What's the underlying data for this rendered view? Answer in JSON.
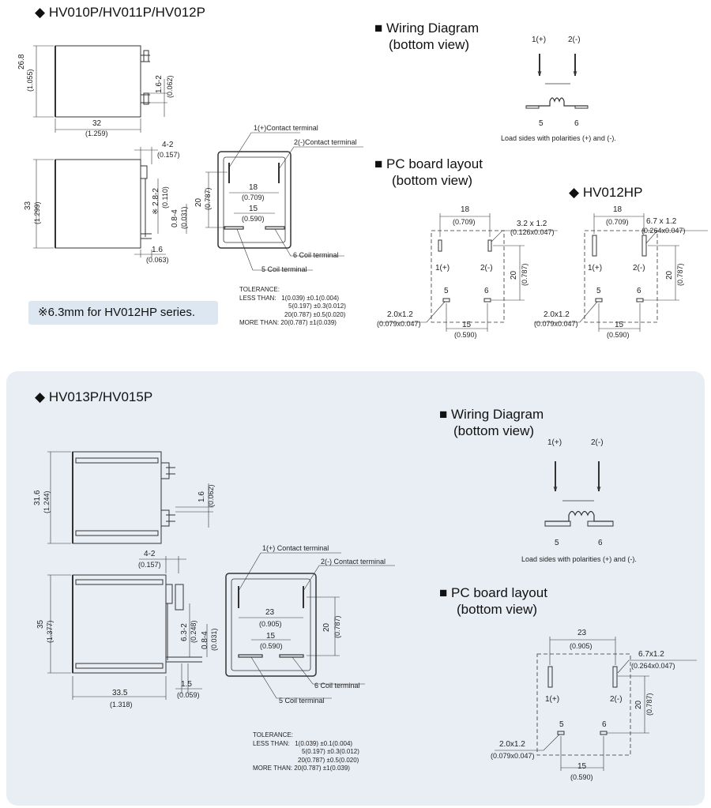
{
  "top": {
    "title_marker": "◆",
    "title": "HV010P/HV011P/HV012P",
    "callout": "※6.3mm for HV012HP series.",
    "side_view": {
      "height": "26.8",
      "height_in": "(1.055)",
      "pin": "1.6-2",
      "pin_in": "(0.062)",
      "width": "32",
      "width_in": "(1.259)"
    },
    "front_view": {
      "height": "33",
      "height_in": "(1.299)",
      "top": "4-2",
      "top_in": "(0.157)",
      "pin_len": "※ 2.8-2",
      "pin_len_in": "(0.110)",
      "pin_thk": "0.8-4",
      "pin_thk_in": "(0.031)",
      "bottom": "1.6",
      "bottom_in": "(0.063)"
    },
    "bottom_view": {
      "contact1": "1(+)Contact terminal",
      "contact2": "2(-)Contact terminal",
      "coil6": "6 Coil terminal",
      "coil5": "5 Coil terminal",
      "d18": "18",
      "d18_in": "(0.709)",
      "d15": "15",
      "d15_in": "(0.590)",
      "d20": "20",
      "d20_in": "(0.787)"
    },
    "tolerance": {
      "title": "TOLERANCE:",
      "less_label": "LESS THAN:",
      "l1": "1(0.039) ±0.1(0.004)",
      "l2": "5(0.197) ±0.3(0.012)",
      "l3": "20(0.787) ±0.5(0.020)",
      "more": "MORE THAN: 20(0.787) ±1(0.039)"
    },
    "wiring": {
      "marker": "■",
      "title": "Wiring Diagram",
      "subtitle": "(bottom view)",
      "p1": "1(+)",
      "p2": "2(-)",
      "p5": "5",
      "p6": "6",
      "note": "Load sides with polarities (+) and (-)."
    },
    "pcb": {
      "marker": "■",
      "title": "PC board layout",
      "subtitle": "(bottom view)",
      "d18": "18",
      "d18_in": "(0.709)",
      "hole": "3.2 x 1.2",
      "hole_in": "(0.126x0.047)",
      "d20": "20",
      "d20_in": "(0.787)",
      "coil_hole": "2.0x1.2",
      "coil_hole_in": "(0.079x0.047)",
      "d15": "15",
      "d15_in": "(0.590)",
      "p1": "1(+)",
      "p2": "2(-)",
      "p5": "5",
      "p6": "6"
    },
    "hp": {
      "marker": "◆",
      "title": "HV012HP",
      "d18": "18",
      "d18_in": "(0.709)",
      "hole": "6.7 x 1.2",
      "hole_in": "(0.264x0.047)",
      "d20": "20",
      "d20_in": "(0.787)",
      "coil_hole": "2.0x1.2",
      "coil_hole_in": "(0.079x0.047)",
      "d15": "15",
      "d15_in": "(0.590)",
      "p1": "1(+)",
      "p2": "2(-)",
      "p5": "5",
      "p6": "6"
    }
  },
  "bottom": {
    "title_marker": "◆",
    "title": "HV013P/HV015P",
    "side_view": {
      "height": "31.6",
      "height_in": "(1.244)",
      "pin": "1.6",
      "pin_in": "(0.062)"
    },
    "front_view": {
      "height": "35",
      "height_in": "(1.377)",
      "top": "4-2",
      "top_in": "(0.157)",
      "pin_len": "6.3-2",
      "pin_len_in": "(0.248)",
      "pin_thk": "0.8-4",
      "pin_thk_in": "(0.031)",
      "width": "33.5",
      "width_in": "(1.318)",
      "right": "1.5",
      "right_in": "(0.059)"
    },
    "bottom_view": {
      "contact1": "1(+) Contact terminal",
      "contact2": "2(-) Contact terminal",
      "coil6": "6 Coil terminal",
      "coil5": "5 Coil terminal",
      "d23": "23",
      "d23_in": "(0.905)",
      "d15": "15",
      "d15_in": "(0.590)",
      "d20": "20",
      "d20_in": "(0.787)"
    },
    "tolerance": {
      "title": "TOLERANCE:",
      "less_label": "LESS THAN:",
      "l1": "1(0.039) ±0.1(0.004)",
      "l2": "5(0.197) ±0.3(0.012)",
      "l3": "20(0.787) ±0.5(0.020)",
      "more": "MORE THAN: 20(0.787) ±1(0.039)"
    },
    "wiring": {
      "marker": "■",
      "title": "Wiring Diagram",
      "subtitle": "(bottom view)",
      "p1": "1(+)",
      "p2": "2(-)",
      "p5": "5",
      "p6": "6",
      "note": "Load sides with polarities (+) and (-)."
    },
    "pcb": {
      "marker": "■",
      "title": "PC board layout",
      "subtitle": "(bottom view)",
      "d23": "23",
      "d23_in": "(0.905)",
      "hole": "6.7x1.2",
      "hole_in": "(0.264x0.047)",
      "d20": "20",
      "d20_in": "(0.787)",
      "coil_hole": "2.0x1.2",
      "coil_hole_in": "(0.079x0.047)",
      "d15": "15",
      "d15_in": "(0.590)",
      "p1": "1(+)",
      "p2": "2(-)",
      "p5": "5",
      "p6": "6"
    }
  }
}
